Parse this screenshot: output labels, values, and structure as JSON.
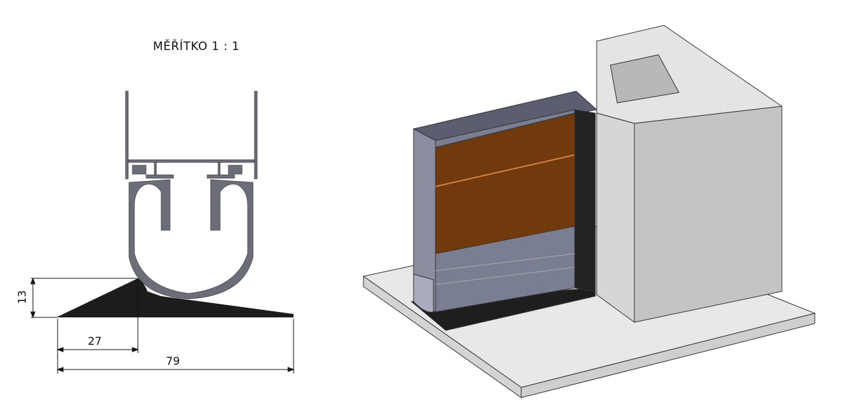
{
  "drawing": {
    "scale_label": "MĚŘÍTKO 1 : 1",
    "dimensions": {
      "height": "13",
      "peak_offset": "27",
      "total_width": "79"
    }
  },
  "colors": {
    "profile": "#6b6e78",
    "seal": "#1c1c1c",
    "wood": "#713a0c",
    "panel": "#7a7e92",
    "wall": "#c4c4c4",
    "slab": "#e6e6e6"
  }
}
